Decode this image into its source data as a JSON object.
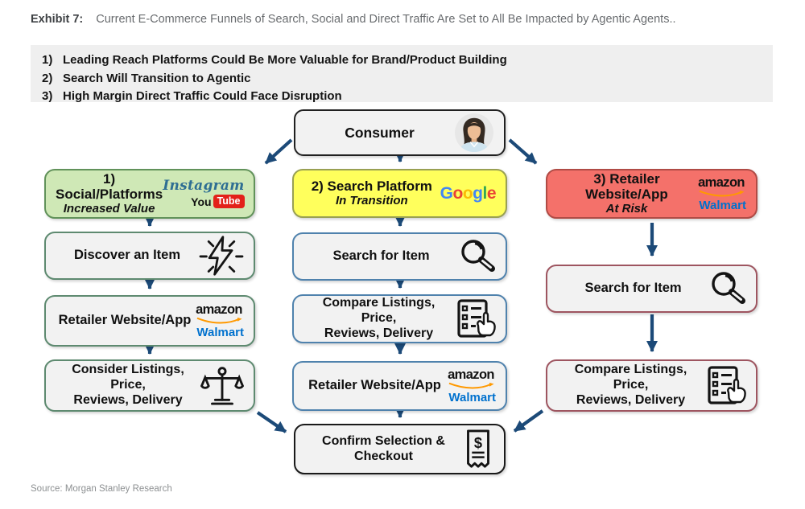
{
  "header": {
    "exhibit_label": "Exhibit 7:",
    "title": "Current E-Commerce Funnels of Search, Social and Direct Traffic Are Set to All Be Impacted by Agentic Agents.."
  },
  "key_points": [
    {
      "num": "1)",
      "text": "Leading Reach Platforms Could Be More Valuable for Brand/Product Building"
    },
    {
      "num": "2)",
      "text": "Search Will Transition to Agentic"
    },
    {
      "num": "3)",
      "text": "High Margin Direct Traffic Could Face Disruption"
    }
  ],
  "flow": {
    "consumer": {
      "label": "Consumer",
      "icon": "person-avatar-icon"
    },
    "social": {
      "title": "1) Social/Platforms",
      "subtitle": "Increased Value",
      "logos": [
        "Instagram",
        "YouTube"
      ]
    },
    "search_platform": {
      "title": "2) Search Platform",
      "subtitle": "In Transition",
      "logos": [
        "Google"
      ]
    },
    "retailer_risk": {
      "title": "3) Retailer Website/App",
      "subtitle": "At Risk",
      "logos": [
        "amazon",
        "Walmart"
      ]
    },
    "discover": {
      "label": "Discover an Item",
      "icon": "spark-bolt-icon"
    },
    "retailer_left": {
      "label": "Retailer Website/App",
      "logos": [
        "amazon",
        "Walmart"
      ]
    },
    "consider_left": {
      "label": "Consider Listings, Price,\nReviews, Delivery",
      "icon": "balance-scale-icon"
    },
    "search_mid": {
      "label": "Search for Item",
      "icon": "magnifier-icon"
    },
    "compare_mid": {
      "label": "Compare Listings, Price,\nReviews, Delivery",
      "icon": "checklist-hand-icon"
    },
    "retailer_mid": {
      "label": "Retailer Website/App",
      "logos": [
        "amazon",
        "Walmart"
      ]
    },
    "confirm": {
      "label": "Confirm Selection &\nCheckout",
      "icon": "receipt-icon"
    },
    "search_right": {
      "label": "Search for Item",
      "icon": "magnifier-icon"
    },
    "compare_right": {
      "label": "Compare Listings, Price,\nReviews, Delivery",
      "icon": "checklist-hand-icon"
    }
  },
  "logos": {
    "instagram": "Instagram",
    "youtube_you": "You",
    "youtube_tube": "Tube",
    "google_letters": [
      "G",
      "o",
      "o",
      "g",
      "l",
      "e"
    ],
    "amazon": "amazon",
    "walmart": "Walmart"
  },
  "source": "Source: Morgan Stanley Research",
  "colors": {
    "arrow_navy": "#1c4a78",
    "green_fill": "#cfe8b6",
    "green_border": "#61925a",
    "yellow_fill": "#ffff5c",
    "yellow_border": "#99a053",
    "red_fill": "#f4716a",
    "red_border": "#b04b45",
    "left_column_border": "#5e8a70",
    "mid_column_border": "#4f82ad",
    "right_column_border": "#9e5560",
    "box_fill": "#f2f2f2",
    "walmart_blue": "#0071ce",
    "amazon_orange": "#ff9900",
    "youtube_red": "#e3211a",
    "instagram_blue": "#2e6e93",
    "google_colors": [
      "#4285F4",
      "#EA4335",
      "#FBBC05",
      "#4285F4",
      "#34A853",
      "#EA4335"
    ]
  }
}
